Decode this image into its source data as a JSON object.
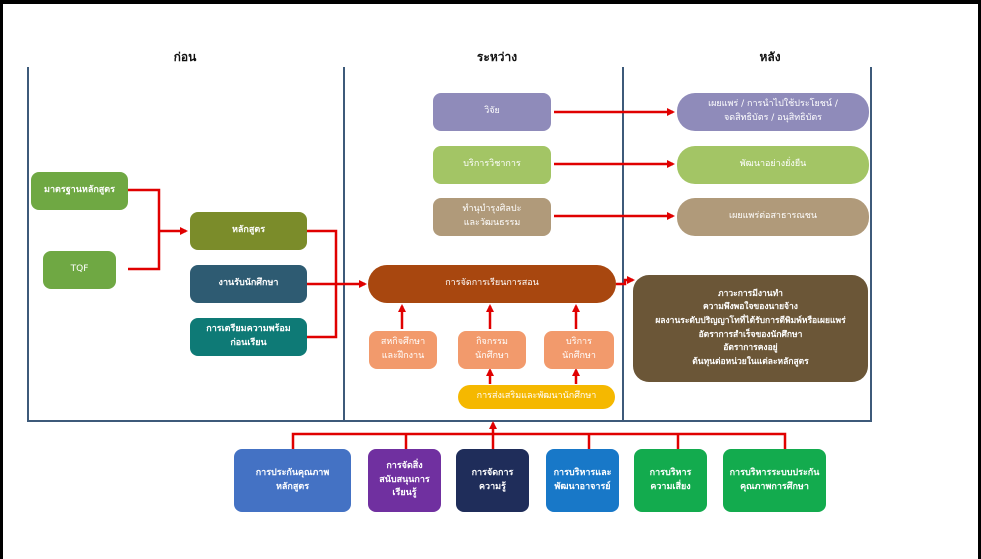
{
  "headings": {
    "before": "ก่อน",
    "during": "ระหว่าง",
    "after": "หลัง"
  },
  "colors": {
    "arrow": "#e00000",
    "frame_line": "#3d5a7a",
    "curriculum_standard": "#6fa843",
    "tqf": "#6fa843",
    "curriculum": "#7b8c2a",
    "admission": "#2e5b72",
    "preparation": "#0e7a76",
    "research": "#8f8bba",
    "academic_service": "#a3c565",
    "culture": "#b09a7a",
    "teaching": "#a8470f",
    "coop": "#f29a6c",
    "activities": "#f29a6c",
    "student_service": "#f29a6c",
    "student_development": "#f5b800",
    "outcomes": "#6b5637",
    "qa_curriculum": "#4472c4",
    "learning_support": "#7030a0",
    "knowledge_mgmt": "#1f2d5a",
    "faculty_dev": "#1878c8",
    "risk_mgmt": "#13ab4e",
    "qa_system": "#13ab4e"
  },
  "before": {
    "curriculum_standard": "มาตรฐานหลักสูตร",
    "tqf": "TQF",
    "curriculum": "หลักสูตร",
    "admission": "งานรับนักศึกษา",
    "preparation": [
      "การเตรียมความพร้อม",
      "ก่อนเรียน"
    ]
  },
  "during": {
    "research": "วิจัย",
    "academic_service": "บริการวิชาการ",
    "culture": [
      "ทำนุบำรุงศิลปะ",
      "และวัฒนธรรม"
    ],
    "teaching": "การจัดการเรียนการสอน",
    "coop": [
      "สหกิจศึกษา",
      "และฝึกงาน"
    ],
    "activities": [
      "กิจกรรม",
      "นักศึกษา"
    ],
    "student_service": [
      "บริการ",
      "นักศึกษา"
    ],
    "student_development": "การส่งเสริมและพัฒนานักศึกษา"
  },
  "after": {
    "research_outcome": [
      "เผยแพร่ / การนำไปใช้ประโยชน์ /",
      "จดสิทธิบัตร / อนุสิทธิบัตร"
    ],
    "service_outcome": "พัฒนาอย่างยั่งยืน",
    "culture_outcome": "เผยแพร่ต่อสาธารณชน",
    "outcomes": [
      "ภาวะการมีงานทำ",
      "ความพึงพอใจของนายจ้าง",
      "ผลงานระดับปริญญาโทที่ได้รับการตีพิมพ์หรือเผยแพร่",
      "อัตราการสำเร็จของนักศึกษา",
      "อัตราการคงอยู่",
      "ต้นทุนต่อหน่วยในแต่ละหลักสูตร"
    ]
  },
  "support": [
    {
      "key": "qa_curriculum",
      "lines": [
        "การประกันคุณภาพ",
        "หลักสูตร"
      ]
    },
    {
      "key": "learning_support",
      "lines": [
        "การจัดสิ่ง",
        "สนับสนุนการ",
        "เรียนรู้"
      ]
    },
    {
      "key": "knowledge_mgmt",
      "lines": [
        "การจัดการ",
        "ความรู้"
      ]
    },
    {
      "key": "faculty_dev",
      "lines": [
        "การบริหารและ",
        "พัฒนาอาจารย์"
      ]
    },
    {
      "key": "risk_mgmt",
      "lines": [
        "การบริหาร",
        "ความเสี่ยง"
      ]
    },
    {
      "key": "qa_system",
      "lines": [
        "การบริหารระบบประกัน",
        "คุณภาพการศึกษา"
      ]
    }
  ]
}
